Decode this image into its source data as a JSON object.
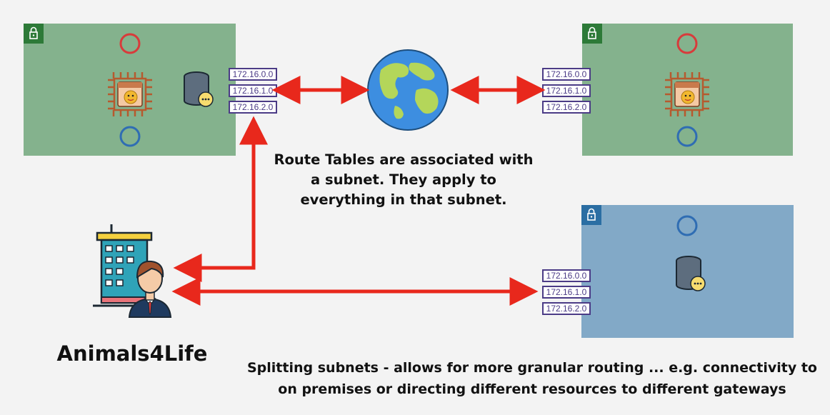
{
  "route_table": {
    "entries": [
      "172.16.0.0",
      "172.16.1.0",
      "172.16.2.0"
    ]
  },
  "captions": {
    "main": "Route Tables are associated with a subnet. They apply to everything in that subnet.",
    "bottom": "Splitting subnets - allows for more granular routing ... e.g. connectivity to on premises or directing different resources to different gateways"
  },
  "organization": {
    "name": "Animals4Life"
  },
  "colors": {
    "public_subnet": "#84b28d",
    "private_subnet": "#82a9c7",
    "lock_public": "#2d7a38",
    "lock_private": "#2b6ea3",
    "arrow": "#e8281c",
    "route_border": "#4b3b86",
    "circle_red": "#d83b3b",
    "circle_blue": "#2f6db3"
  },
  "icons": [
    "lock-icon",
    "chip-instance-icon",
    "database-icon",
    "globe-icon",
    "office-building-icon",
    "businessman-icon"
  ]
}
